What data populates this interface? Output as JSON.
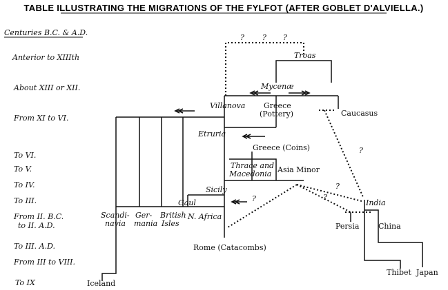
{
  "title": "TABLE ILLUSTRATING THE MIGRATIONS OF THE FYLFOT (AFTER GOBLET D'ALVIELLA.)",
  "periods_header": "Centuries B.C. & A.D.",
  "periods": [
    "Anterior to XIIIth",
    "About XIII or XII.",
    "From XI to VI.",
    "To VI.",
    "To V.",
    "To IV.",
    "To III.",
    "From II. B.C.",
    "to II. A.D.",
    "To III. A.D.",
    "From III to VIII.",
    "To IX"
  ],
  "places": {
    "troas": "Troas",
    "mycenae": "Mycenæ",
    "villanova": "Villanova",
    "greece_pottery_1": "Greece",
    "greece_pottery_2": "(Pottery)",
    "caucasus": "Caucasus",
    "etruria": "Etruria",
    "greece_coins": "Greece (Coins)",
    "thrace_1": "Thrace and",
    "thrace_2": "Macedonia",
    "asia_minor": "Asia Minor",
    "sicily": "Sicily",
    "gaul": "Gaul",
    "india": "India",
    "scandinavia_1": "Scandi-",
    "scandinavia_2": "navia",
    "germania_1": "Ger-",
    "germania_2": "mania",
    "british_1": "British",
    "british_2": "Isles",
    "north_africa": "N. Africa",
    "persia": "Persia",
    "china": "China",
    "rome": "Rome (Catacombs)",
    "thibet": "Thibet",
    "japan": "Japan",
    "iceland": "Iceland"
  },
  "uncertain_mark": "?"
}
